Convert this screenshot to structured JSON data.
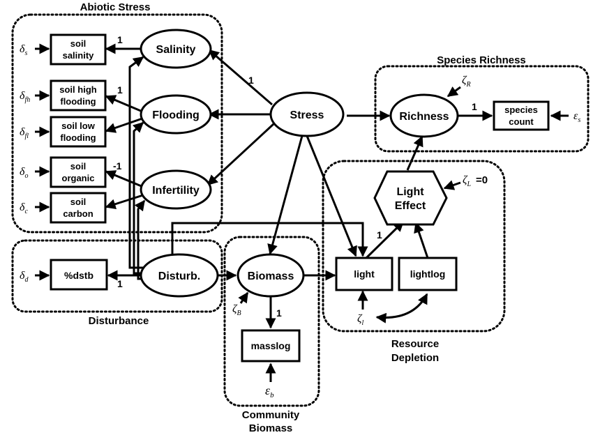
{
  "groups": {
    "abiotic": "Abiotic Stress",
    "species": "Species Richness",
    "disturbance": "Disturbance",
    "resource_l1": "Resource",
    "resource_l2": "Depletion",
    "community_l1": "Community",
    "community_l2": "Biomass"
  },
  "latent": {
    "salinity": "Salinity",
    "flooding": "Flooding",
    "infertility": "Infertility",
    "stress": "Stress",
    "richness": "Richness",
    "disturb": "Disturb.",
    "biomass": "Biomass",
    "light_effect_l1": "Light",
    "light_effect_l2": "Effect"
  },
  "observed": {
    "soil_salinity_l1": "soil",
    "soil_salinity_l2": "salinity",
    "soil_high_l1": "soil high",
    "soil_high_l2": "flooding",
    "soil_low_l1": "soil low",
    "soil_low_l2": "flooding",
    "soil_organic_l1": "soil",
    "soil_organic_l2": "organic",
    "soil_carbon_l1": "soil",
    "soil_carbon_l2": "carbon",
    "species_count_l1": "species",
    "species_count_l2": "count",
    "dstb": "%dstb",
    "light": "light",
    "lightlog": "lightlog",
    "masslog": "masslog"
  },
  "errors": {
    "delta_s": {
      "sym": "δ",
      "sub": "s"
    },
    "delta_fh": {
      "sym": "δ",
      "sub": "fh"
    },
    "delta_fl": {
      "sym": "δ",
      "sub": "fl"
    },
    "delta_o": {
      "sym": "δ",
      "sub": "o"
    },
    "delta_c": {
      "sym": "δ",
      "sub": "c"
    },
    "delta_d": {
      "sym": "δ",
      "sub": "d"
    },
    "zeta_r": {
      "sym": "ζ",
      "sub": "R"
    },
    "eps_s": {
      "sym": "ε",
      "sub": "s"
    },
    "zeta_l": {
      "sym": "ζ",
      "sub": "L"
    },
    "zeta_l_value": "=0",
    "zeta_light": {
      "sym": "ζ",
      "sub": "l"
    },
    "zeta_b": {
      "sym": "ζ",
      "sub": "B"
    },
    "eps_b": {
      "sym": "ε",
      "sub": "b"
    }
  },
  "coefficients": {
    "salinity_soil": "1",
    "stress_salinity": "1",
    "flooding_high": "1",
    "infertility_organic": "-1",
    "disturb_dstb": "1",
    "richness_count": "1",
    "biomass_masslog": "1",
    "light_effect": "1"
  }
}
